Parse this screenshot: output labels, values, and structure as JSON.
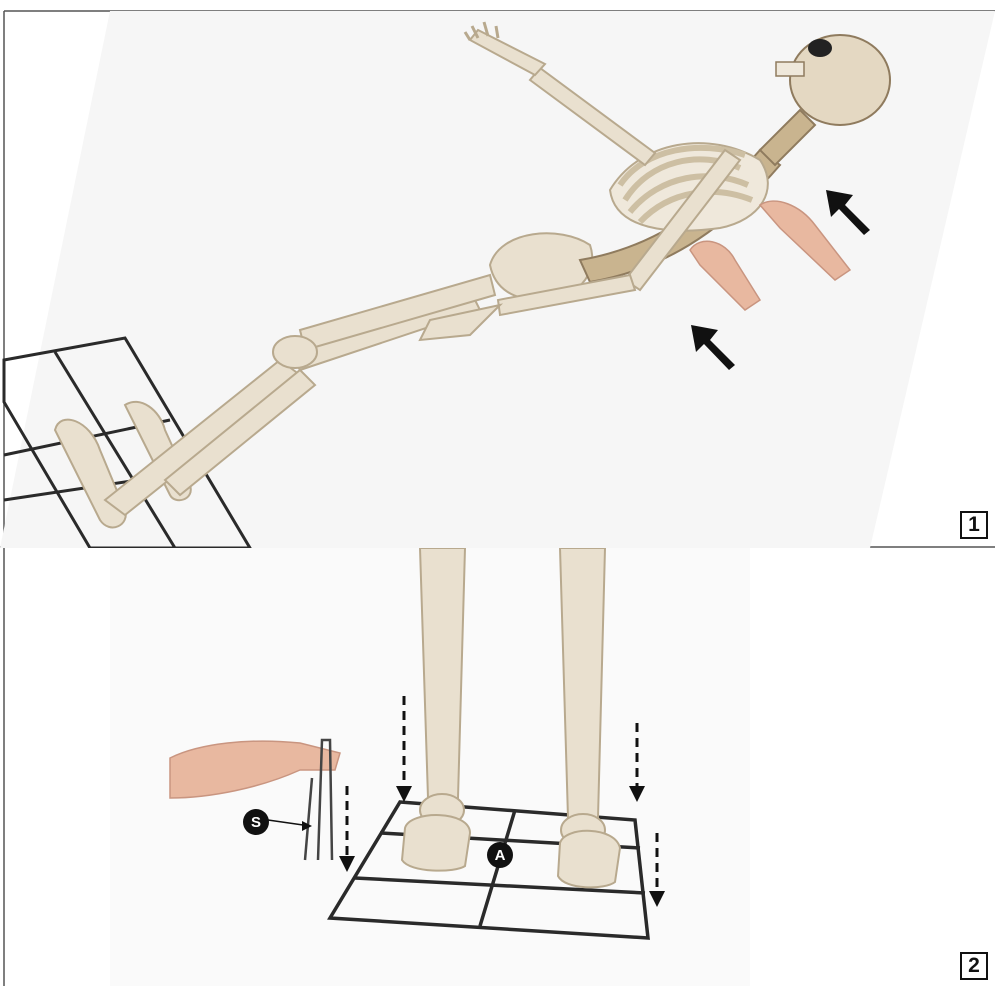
{
  "steps": [
    {
      "number": "1"
    },
    {
      "number": "2"
    }
  ],
  "callouts": {
    "stake": "S",
    "base": "A"
  },
  "colors": {
    "bone": "#e9e0cf",
    "bone_shadow": "#b8a98e",
    "skin": "#e8b8a0",
    "base_frame": "#2a2a2a",
    "arrow": "#111111",
    "frame_line": "#555555"
  },
  "icons": [
    "arrow-icon",
    "dashed-arrow-icon"
  ]
}
